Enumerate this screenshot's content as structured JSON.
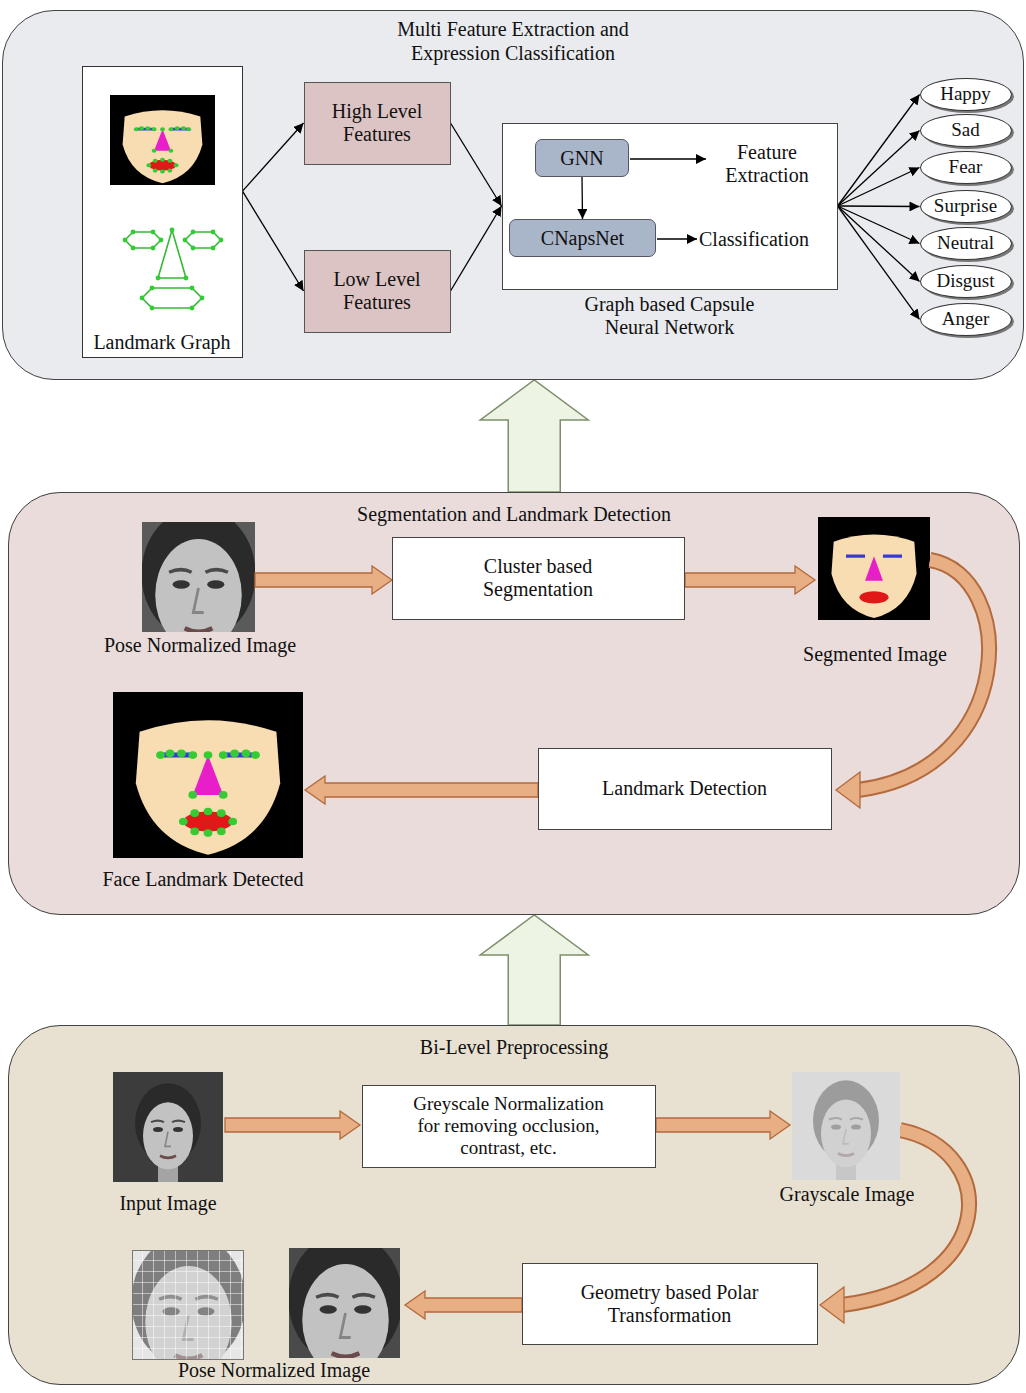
{
  "diagram": {
    "nodes": [
      {
        "text": [
          "Multi Feature Extraction and Expression Classification"
        ]
      },
      {
        "text": [
          "Landmark Graph"
        ],
        "in": 0
      },
      {
        "text": [
          "High Level Features"
        ],
        "in": 0
      },
      {
        "text": [
          "Low Level Features"
        ],
        "in": 0
      },
      {
        "text": [
          "Graph based Capsule Neural Network"
        ],
        "in": 0
      },
      {
        "text": [
          "GNN"
        ],
        "in": 4
      },
      {
        "text": [
          "CNapsNet"
        ],
        "in": 4
      },
      {
        "text": [
          "Happy"
        ],
        "in": 0
      },
      {
        "text": [
          "Sad"
        ],
        "in": 0
      },
      {
        "text": [
          "Fear"
        ],
        "in": 0
      },
      {
        "text": [
          "Surprise"
        ],
        "in": 0
      },
      {
        "text": [
          "Neutral"
        ],
        "in": 0
      },
      {
        "text": [
          "Disgust"
        ],
        "in": 0
      },
      {
        "text": [
          "Anger"
        ],
        "in": 0
      },
      {
        "text": [
          "Segmentation and Landmark Detection"
        ]
      },
      {
        "text": [
          "Cluster based Segmentation"
        ],
        "in": 14
      },
      {
        "text": [
          "Landmark Detection"
        ],
        "in": 14
      },
      {
        "text": [
          "Bi-Level Preprocessing"
        ]
      },
      {
        "text": [
          "Greyscale Normalization for removing occlusion, contrast, etc."
        ],
        "in": 17
      },
      {
        "text": [
          "Geometry based Polar Transformation"
        ],
        "in": 17
      }
    ],
    "edges": [
      {
        "from": 1,
        "to": 2,
        "arrow": "to"
      },
      {
        "from": 1,
        "to": 3,
        "arrow": "to"
      },
      {
        "from": 2,
        "to": 4,
        "arrow": "to"
      },
      {
        "from": 3,
        "to": 4,
        "arrow": "to"
      },
      {
        "from": 5,
        "to": 6,
        "arrow": "to"
      },
      {
        "from": 4,
        "to": 7,
        "arrow": "to"
      },
      {
        "from": 4,
        "to": 8,
        "arrow": "to"
      },
      {
        "from": 4,
        "to": 9,
        "arrow": "to"
      },
      {
        "from": 4,
        "to": 10,
        "arrow": "to"
      },
      {
        "from": 4,
        "to": 11,
        "arrow": "to"
      },
      {
        "from": 4,
        "to": 12,
        "arrow": "to"
      },
      {
        "from": 4,
        "to": 13,
        "arrow": "to"
      },
      {
        "from": 17,
        "to": 14,
        "arrow": "to"
      },
      {
        "from": 14,
        "to": 0,
        "arrow": "to"
      }
    ],
    "labels": [
      "Feature Extraction",
      "Classification",
      "Pose Normalized Image",
      "Segmented Image",
      "Face Landmark Detected",
      "Input Image",
      "Grayscale Image",
      "Pose Normalized Image"
    ]
  }
}
